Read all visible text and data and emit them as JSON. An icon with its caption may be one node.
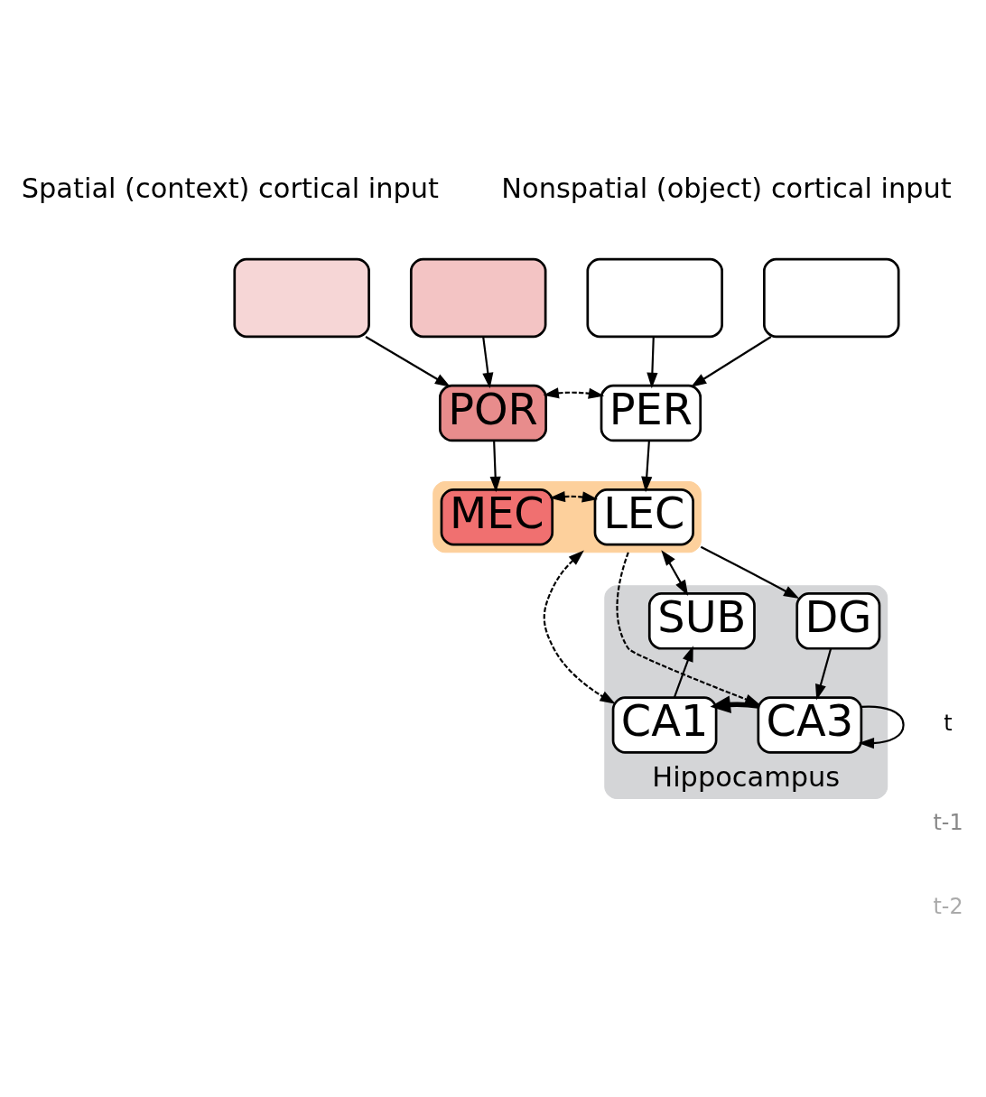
{
  "diagram": {
    "nodes": [
      {
        "text": [],
        "shape": "box"
      },
      {
        "text": [],
        "shape": "box"
      },
      {
        "text": [],
        "shape": "box"
      },
      {
        "text": [],
        "shape": "box"
      },
      {
        "text": [
          "POR"
        ]
      },
      {
        "text": [
          "PER"
        ]
      },
      {
        "text": [],
        "shape": "box"
      },
      {
        "text": [
          "MEC"
        ],
        "in": 6
      },
      {
        "text": [
          "LEC"
        ],
        "in": 6
      },
      {
        "text": [
          "Hippocampus"
        ]
      },
      {
        "text": [
          "DG"
        ],
        "in": 9
      },
      {
        "text": [
          "SUB"
        ],
        "in": 9
      },
      {
        "text": [
          "CA3"
        ],
        "in": 9
      },
      {
        "text": [
          "CA1"
        ],
        "in": 9
      }
    ],
    "edges": [
      {
        "from": 0,
        "to": 4,
        "arrow": "to"
      },
      {
        "from": 1,
        "to": 4,
        "arrow": "to"
      },
      {
        "from": 2,
        "to": 5,
        "arrow": "to"
      },
      {
        "from": 3,
        "to": 5,
        "arrow": "to"
      },
      {
        "from": 4,
        "to": 5,
        "arrow": "both",
        "style": "dashed"
      },
      {
        "from": 4,
        "to": 7,
        "arrow": "to"
      },
      {
        "from": 5,
        "to": 8,
        "arrow": "to"
      },
      {
        "from": 7,
        "to": 8,
        "arrow": "both",
        "style": "dashed"
      },
      {
        "from": 6,
        "to": 10,
        "arrow": "to"
      },
      {
        "from": 6,
        "to": 11,
        "arrow": "both"
      },
      {
        "from": 6,
        "to": 12,
        "arrow": "to",
        "style": "dashed"
      },
      {
        "from": 6,
        "to": 13,
        "arrow": "both",
        "style": "dashed"
      },
      {
        "from": 10,
        "to": 12,
        "arrow": "to"
      },
      {
        "from": 12,
        "to": 13,
        "arrow": "to",
        "style": "thick"
      },
      {
        "from": 13,
        "to": 11,
        "arrow": "to"
      },
      {
        "from": 12,
        "to": 12,
        "arrow": "to"
      }
    ],
    "labels": [
      "Spatial (context) cortical input",
      "Nonspatial (object) cortical input",
      "t",
      "t-1",
      "t-2"
    ]
  }
}
